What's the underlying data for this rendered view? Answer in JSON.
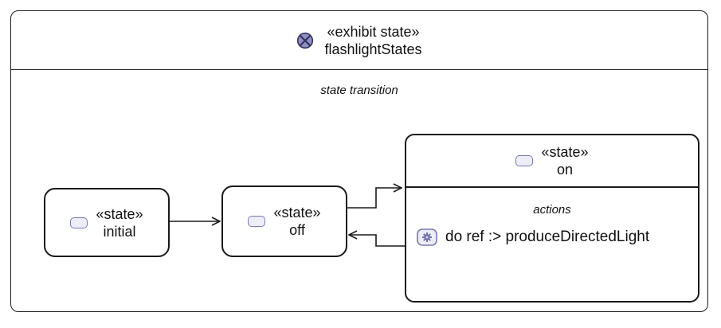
{
  "colors": {
    "line": "#1a1a1a",
    "accent": "#7878b6",
    "icon-fill": "#ededf8",
    "header-icon-fill": "#8f8fc3",
    "header-icon-stroke": "#32325f",
    "gear": "#6f6fb0",
    "bg": "#ffffff"
  },
  "diagram": {
    "header": {
      "icon": "crossed-circle-icon",
      "stereotype": "«exhibit state»",
      "name": "flashlightStates"
    },
    "body_label": "state transition",
    "states": {
      "initial": {
        "stereotype": "«state»",
        "name": "initial",
        "icon": "state-icon"
      },
      "off": {
        "stereotype": "«state»",
        "name": "off",
        "icon": "state-icon"
      },
      "on": {
        "stereotype": "«state»",
        "name": "on",
        "icon": "state-icon",
        "actions": {
          "label": "actions",
          "items": [
            {
              "icon": "action-gear-icon",
              "text": "do ref :> produceDirectedLight"
            }
          ]
        }
      }
    },
    "transitions": [
      {
        "from": "initial",
        "to": "off"
      },
      {
        "from": "off",
        "to": "on"
      },
      {
        "from": "on",
        "to": "off"
      }
    ]
  }
}
